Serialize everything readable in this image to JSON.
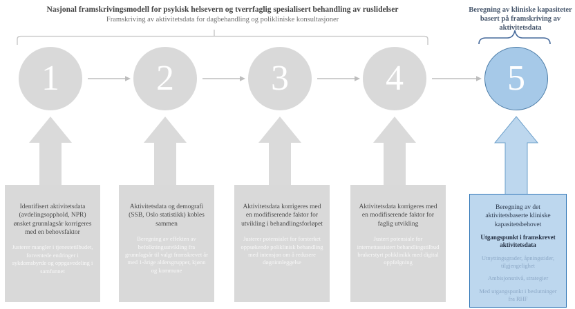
{
  "header": {
    "title": "Nasjonal framskrivingsmodell for psykisk helsevern og tverrfaglig spesialisert behandling av ruslidelser",
    "subtitle": "Framskriving av aktivitetsdata for dagbehandling og polikliniske konsultasjoner",
    "right_title": "Beregning av kliniske kapasiteter basert på framskriving av aktivitetsdata"
  },
  "steps": [
    {
      "number": "1",
      "main": "Identifisert aktivitetsdata (avdelingsopphold, NPR) ønsket grunnlagsår korrigeres med en behovsfaktor",
      "detail": "Justerer mangler i tjenestetilbudet, forventede endringer i sykdomsbyrde og oppgavedeling i samfunnet"
    },
    {
      "number": "2",
      "main": "Aktivitetsdata og demografi (SSB, Oslo statistikk) kobles sammen",
      "detail": "Beregning av effekten av befolkningsutvikling fra grunnlagsår til valgt framskrevet år med 1-årige aldersgrupper, kjønn og kommune"
    },
    {
      "number": "3",
      "main": "Aktivitetsdata korrigeres med en modifiserende faktor for utvikling i behandlingsforløpet",
      "detail": "Justerer potensialet for forsterket oppsøkende poliklinisk behandling med intensjon om å redusere døgninnleggelse"
    },
    {
      "number": "4",
      "main": "Aktivitetsdata korrigeres med en modifiserende faktor for faglig utvikling",
      "detail": "Justert potensiale for internettassistert behandlingstilbud brukerstyrt poliklinikk med digital oppfølgning"
    },
    {
      "number": "5",
      "main": "Beregning av det aktivitetsbaserte kliniske kapasitetsbehovet",
      "emphasis": "Utgangspunkt i framskrevet aktivitetsdata",
      "details": [
        "Utnyttingsgrader, åpningstider, tilgjengelighet",
        "Ambisjonsnivå, strategier",
        "Med utgangspunkt i beslutninger fra RHF"
      ]
    }
  ],
  "colors": {
    "step_gray_fill": "#d9d9d9",
    "step_blue_fill": "#bdd7ee",
    "step_blue_border": "#2e75b6",
    "circle_blue_fill": "#a6c9e8",
    "circle_blue_border": "#4a7ba6",
    "brace_blue": "#44689a",
    "bracket_gray": "#c2c2c2",
    "arrow_gray": "#bdbdbd"
  }
}
